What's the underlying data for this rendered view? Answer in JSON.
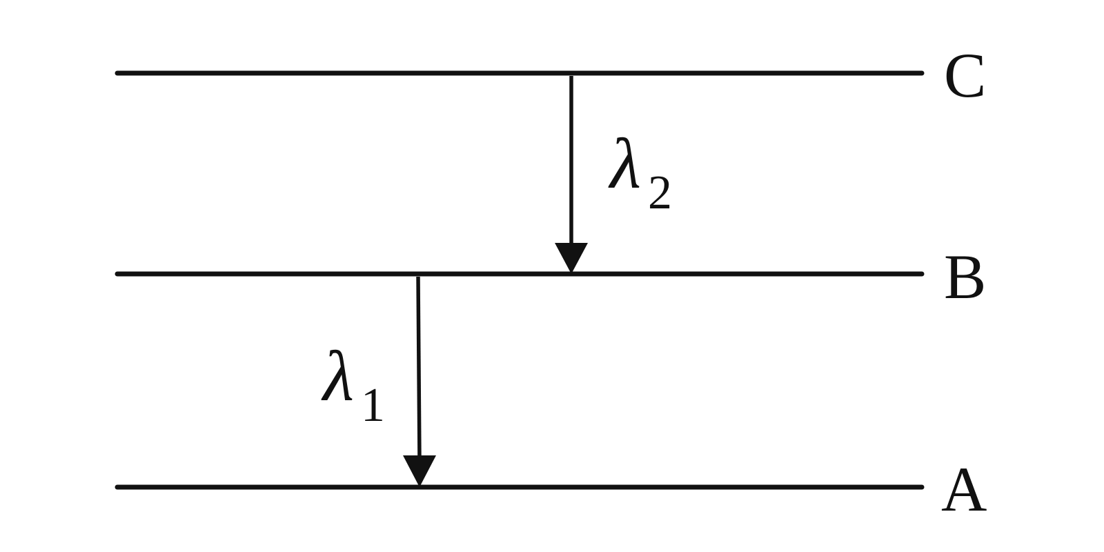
{
  "diagram": {
    "levels": [
      {
        "id": "C",
        "label": "C"
      },
      {
        "id": "B",
        "label": "B"
      },
      {
        "id": "A",
        "label": "A"
      }
    ],
    "transitions": [
      {
        "from": "C",
        "to": "B",
        "symbol": "λ",
        "subscript": "2"
      },
      {
        "from": "B",
        "to": "A",
        "symbol": "λ",
        "subscript": "1"
      }
    ],
    "colors": {
      "line": "#111111",
      "background": "#ffffff"
    }
  }
}
